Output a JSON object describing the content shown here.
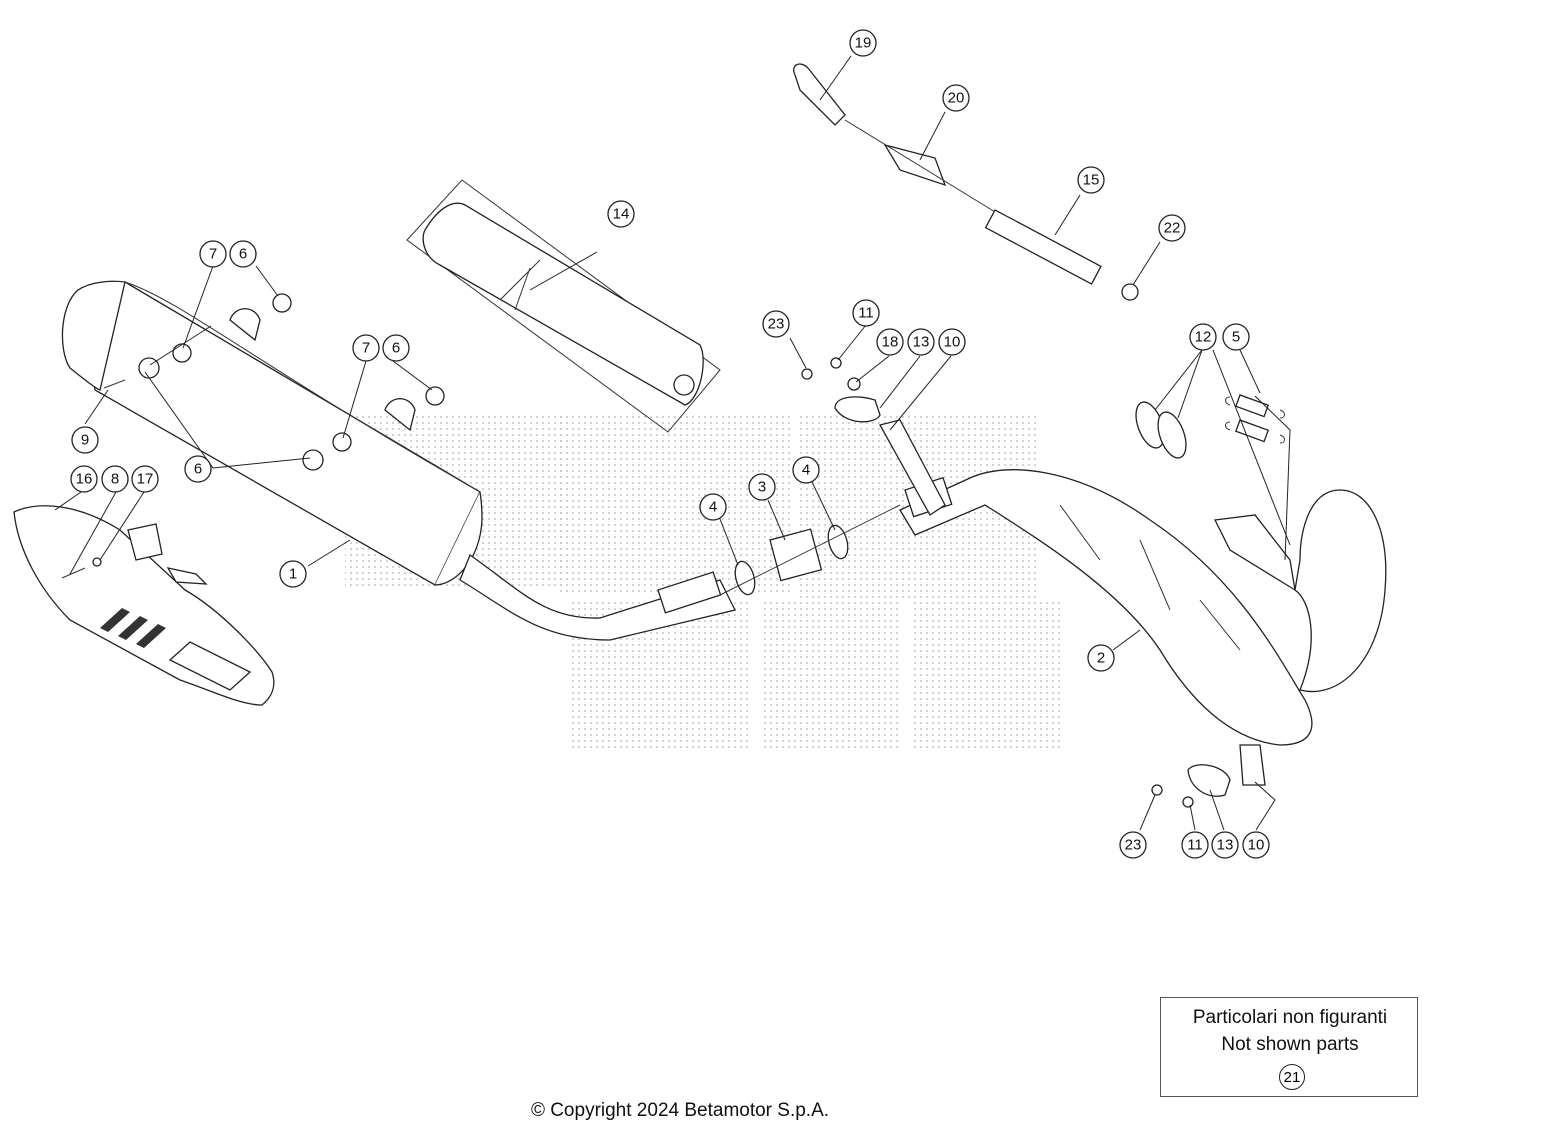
{
  "callouts": {
    "c1": "1",
    "c2": "2",
    "c3": "3",
    "c4a": "4",
    "c4b": "4",
    "c5": "5",
    "c6a": "6",
    "c6b": "6",
    "c6c": "6",
    "c7a": "7",
    "c7b": "7",
    "c8": "8",
    "c9": "9",
    "c10a": "10",
    "c10b": "10",
    "c11a": "11",
    "c11b": "11",
    "c12": "12",
    "c13a": "13",
    "c13b": "13",
    "c14": "14",
    "c15": "15",
    "c16": "16",
    "c17": "17",
    "c18": "18",
    "c19": "19",
    "c20": "20",
    "c22": "22",
    "c23a": "23",
    "c23b": "23"
  },
  "not_shown": {
    "line1": "Particolari non figuranti",
    "line2": "Not shown parts",
    "part": "21"
  },
  "copyright": "© Copyright 2024 Betamotor S.p.A.",
  "colors": {
    "line": "#222222",
    "watermark": "#c8c8c8"
  }
}
